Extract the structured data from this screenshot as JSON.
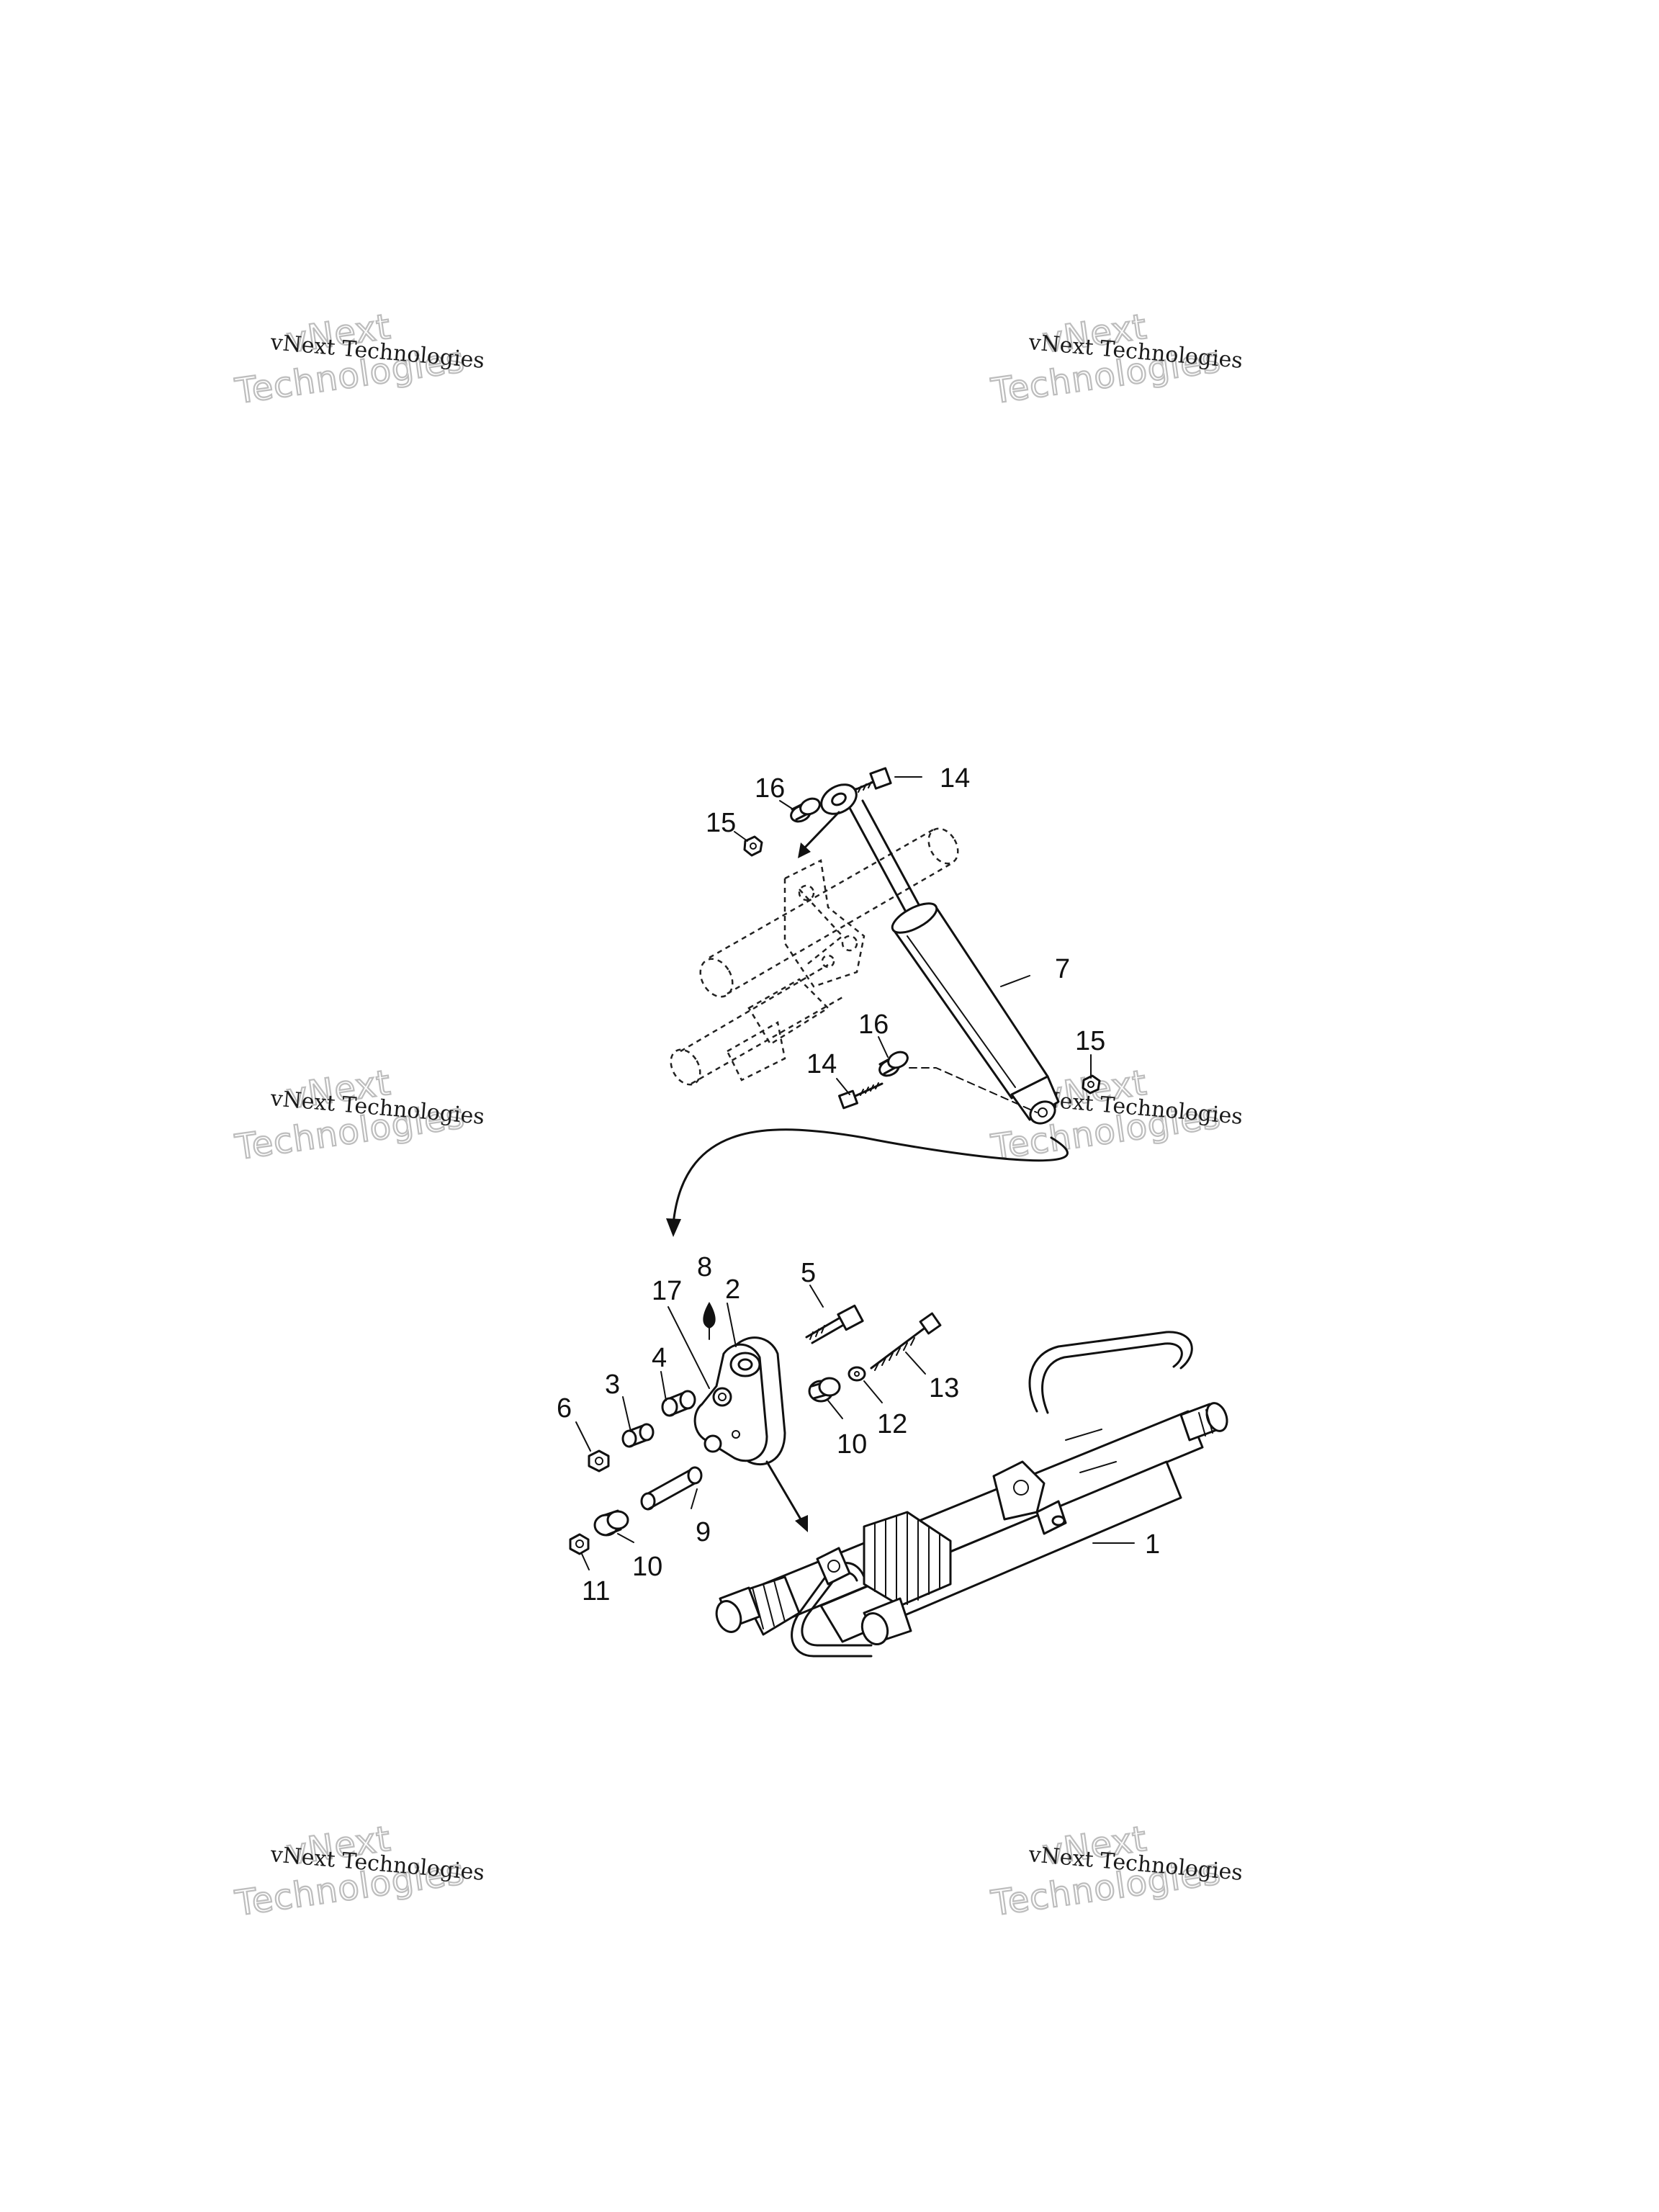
{
  "watermark": {
    "line1": "vNext Technologies",
    "line2": "vNext",
    "line3": "Technologies"
  },
  "callouts": [
    {
      "id": "c1",
      "text": "1"
    },
    {
      "id": "c2",
      "text": "2"
    },
    {
      "id": "c3",
      "text": "3"
    },
    {
      "id": "c4",
      "text": "4"
    },
    {
      "id": "c5",
      "text": "5"
    },
    {
      "id": "c6",
      "text": "6"
    },
    {
      "id": "c7",
      "text": "7"
    },
    {
      "id": "c8",
      "text": "8"
    },
    {
      "id": "c9",
      "text": "9"
    },
    {
      "id": "c10a",
      "text": "10"
    },
    {
      "id": "c10b",
      "text": "10"
    },
    {
      "id": "c11",
      "text": "11"
    },
    {
      "id": "c12",
      "text": "12"
    },
    {
      "id": "c13",
      "text": "13"
    },
    {
      "id": "c14a",
      "text": "14"
    },
    {
      "id": "c14b",
      "text": "14"
    },
    {
      "id": "c15a",
      "text": "15"
    },
    {
      "id": "c15b",
      "text": "15"
    },
    {
      "id": "c16a",
      "text": "16"
    },
    {
      "id": "c16b",
      "text": "16"
    },
    {
      "id": "c17",
      "text": "17"
    }
  ]
}
